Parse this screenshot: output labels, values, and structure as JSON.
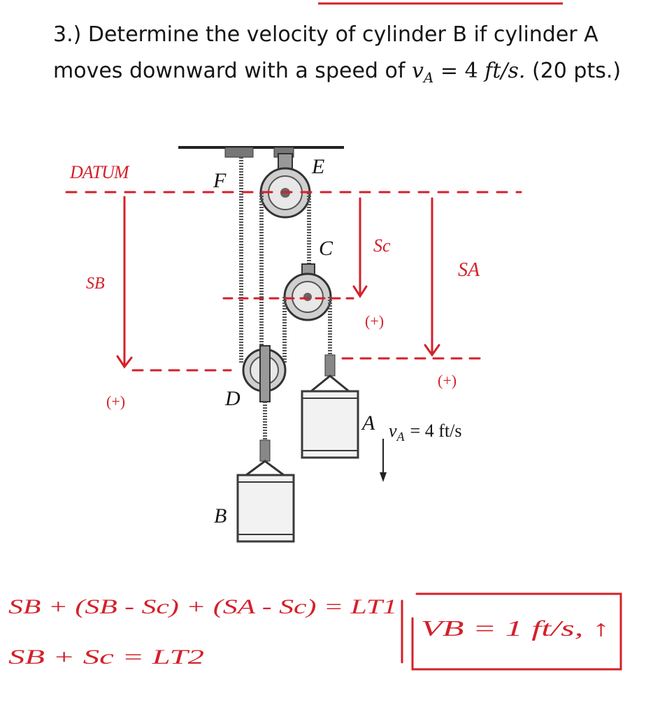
{
  "problem": {
    "number": "3.)",
    "text_before": "Determine the velocity of cylinder B if cylinder A moves downward with a speed of",
    "velocity_symbol": "v",
    "velocity_subscript": "A",
    "equals": "=",
    "speed_value": "4",
    "speed_unit": "ft/s.",
    "points": "(20 pts.)"
  },
  "figure": {
    "labels": {
      "E": "E",
      "F": "F",
      "C": "C",
      "D": "D",
      "B": "B",
      "A": "A"
    },
    "speed_label": {
      "symbol": "v",
      "subscript": "A",
      "value_text": "= 4 ft/s"
    }
  },
  "annotations": {
    "datum": "DATUM",
    "s_b": "SB",
    "s_c": "Sc",
    "s_a": "SA",
    "plus_sign": "(+)",
    "eq1": "SB + (SB - Sc) + (SA - Sc) = LT1",
    "eq2": "SB + Sc = LT2",
    "answer": "VB = 1 ft/s, ↑"
  },
  "colors": {
    "ink": "#151515",
    "annotation_red": "#d4202a",
    "cylinder_fill": "#f2f2f2",
    "cylinder_stroke": "#3a3a3a",
    "rope": "#555555"
  }
}
